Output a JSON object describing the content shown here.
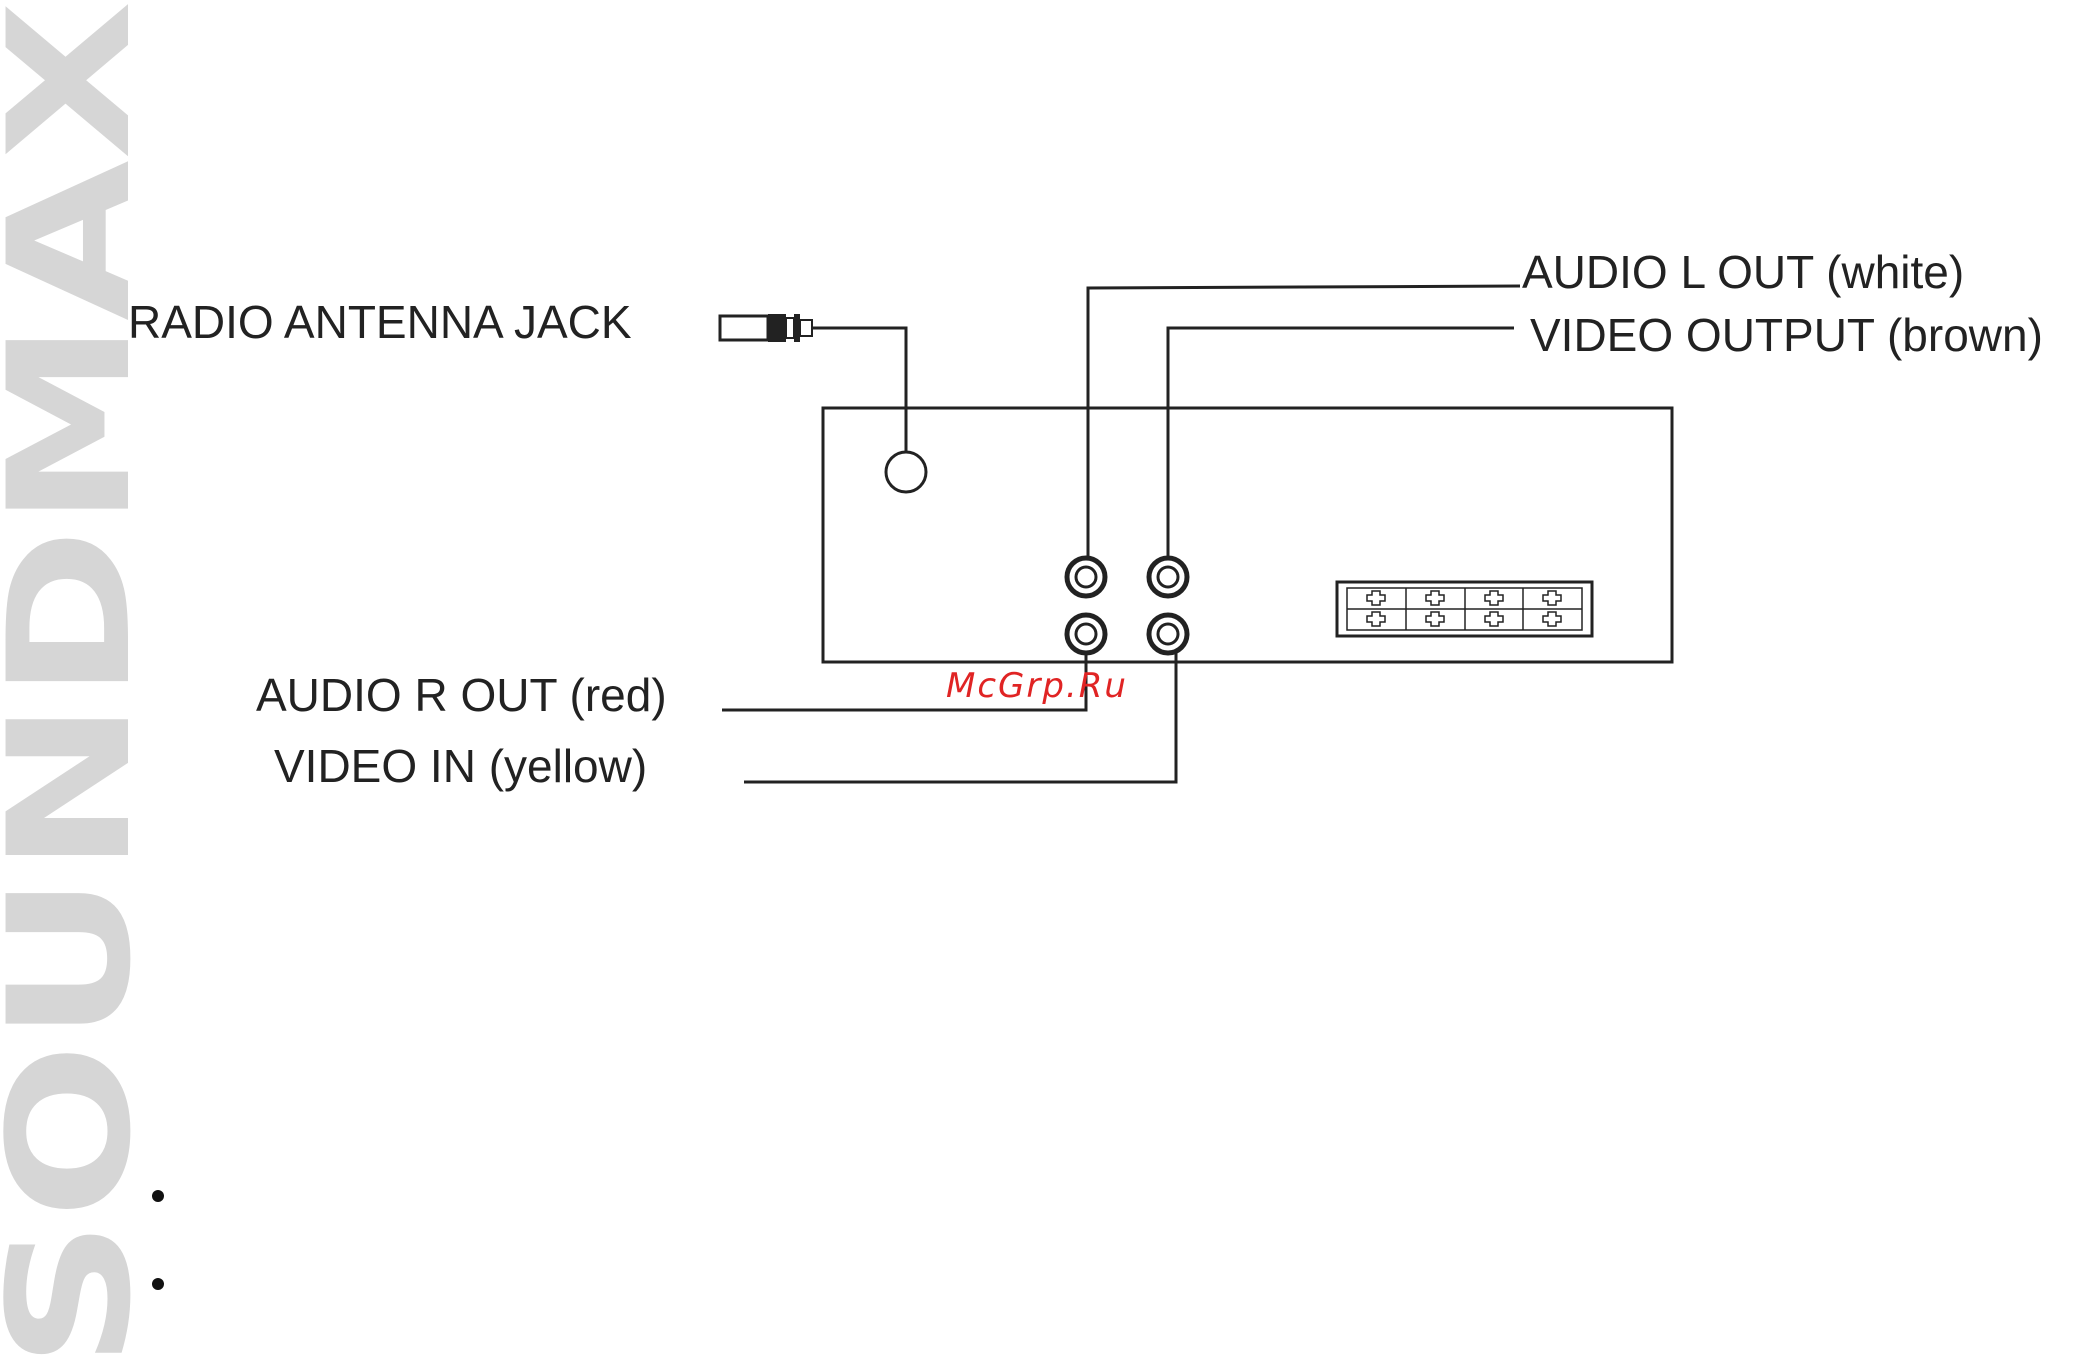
{
  "brand": {
    "text": "SOUNDMAX"
  },
  "watermark": {
    "text": "McGrp.Ru"
  },
  "labels": {
    "radio_antenna": "RADIO ANTENNA JACK",
    "audio_l_out": "AUDIO L OUT (white)",
    "video_output": "VIDEO OUTPUT (brown)",
    "audio_r_out": "AUDIO R OUT (red)",
    "video_in": "VIDEO IN (yellow)"
  },
  "bullets": [
    "",
    ""
  ],
  "colors": {
    "line": "#222222",
    "brand": "#d6d6d6",
    "watermark": "#e02424"
  },
  "icons": {
    "plug": "antenna-plug-icon",
    "rca": "rca-jack-icon",
    "connector": "iso-connector-icon"
  }
}
